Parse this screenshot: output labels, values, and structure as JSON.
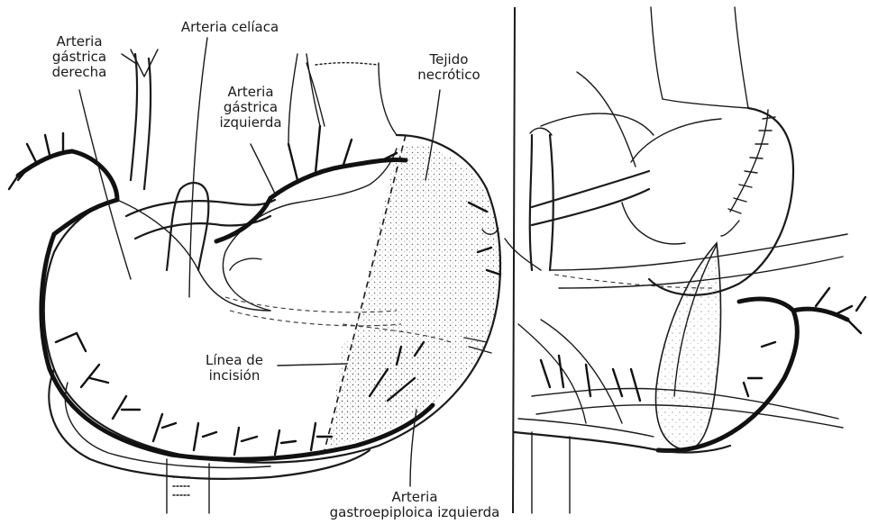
{
  "labels": {
    "arteria_gastrica_derecha": [
      "Arteria",
      "gástrica",
      "derecha"
    ],
    "arteria_celiaca": "Arteria celíaca",
    "arteria_gastrica_izquierda": [
      "Arteria",
      "gástrica",
      "izquierda"
    ],
    "tejido_necrotico": [
      "Tejido",
      "necrótico"
    ],
    "linea_de_incision": [
      "Línea de",
      "incisión"
    ],
    "arteria_gastroepiploica_izquierda": [
      "Arteria",
      "gastroepiploica izquierda"
    ]
  },
  "colors": {
    "ink": "#1a1a1a",
    "stipple": "#5a5a5a",
    "background": "#ffffff"
  }
}
